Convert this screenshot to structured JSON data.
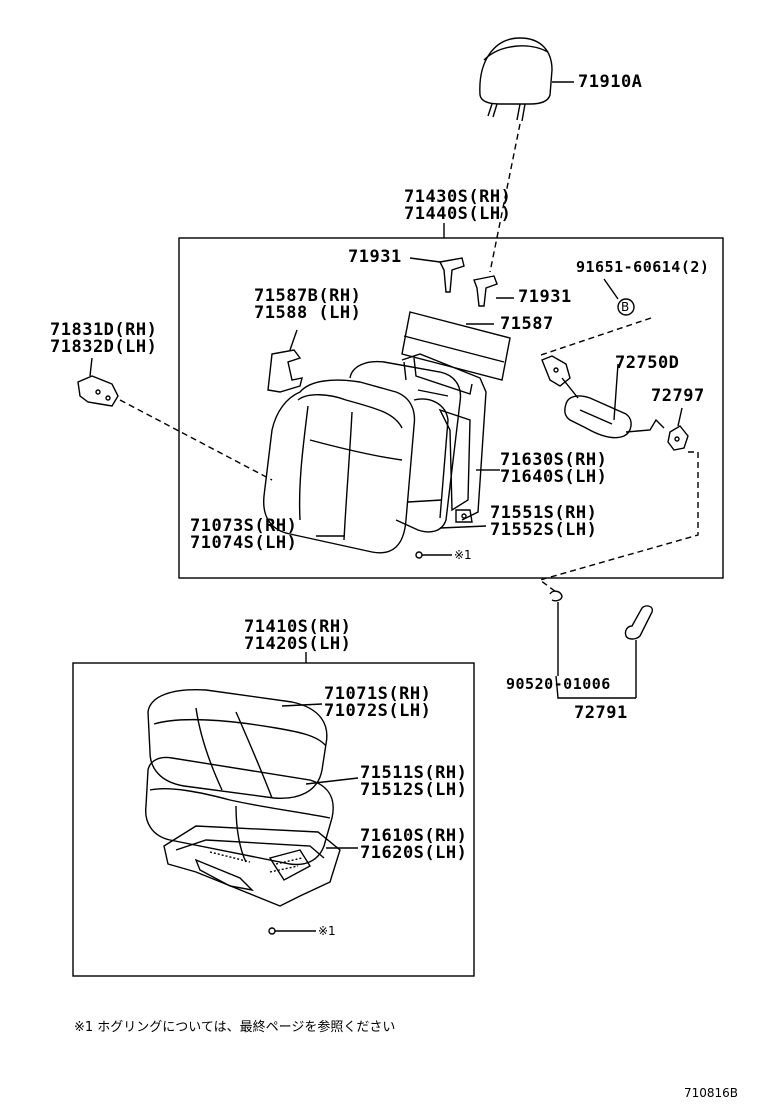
{
  "parts": {
    "headrest": "71910A",
    "seatback_assy": [
      "71430S(RH)",
      "71440S(LH)"
    ],
    "pin_upper": "71931",
    "pin_lower": "71931",
    "bolt": "91651-60614(2)",
    "ref_b": "B",
    "pad_insert": "71587",
    "bracket_pad": [
      "71587B(RH)",
      "71588 (LH)"
    ],
    "hinge_cover": [
      "71831D(RH)",
      "71832D(LH)"
    ],
    "recliner": "72750D",
    "knob": "72797",
    "back_frame": [
      "71630S(RH)",
      "71640S(LH)"
    ],
    "back_pad": [
      "71551S(RH)",
      "71552S(LH)"
    ],
    "back_cover": [
      "71073S(RH)",
      "71074S(LH)"
    ],
    "hog_ring_ref_top": "※1",
    "cushion_assy": [
      "71410S(RH)",
      "71420S(LH)"
    ],
    "cushion_cover": [
      "71071S(RH)",
      "71072S(LH)"
    ],
    "cushion_pad": [
      "71511S(RH)",
      "71512S(LH)"
    ],
    "cushion_frame": [
      "71610S(RH)",
      "71620S(LH)"
    ],
    "hog_ring_ref_bottom": "※1",
    "clip": "90520-01006",
    "lever": "72791"
  },
  "footnote": "※1 ホグリングについては、最終ページを参照ください",
  "diagram_id": "710816B"
}
